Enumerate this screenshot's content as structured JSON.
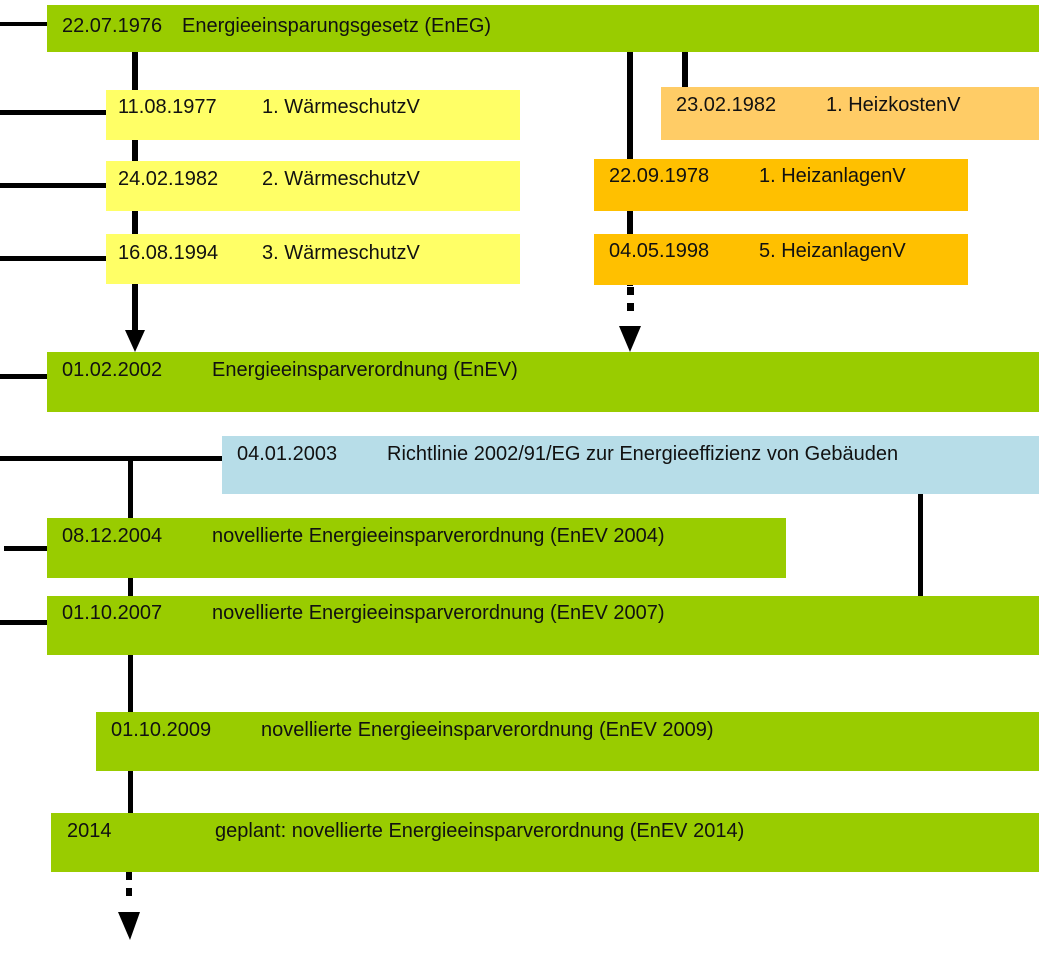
{
  "diagram": {
    "title": "Timeline of German energy saving legislation",
    "colors": {
      "law_green": "#99cc00",
      "waermeschutz_yellow": "#ffff66",
      "heizkosten_light_orange": "#ffcc66",
      "heizanlagen_orange": "#ffc000",
      "eu_directive_blue": "#b7dde8",
      "connector": "#000000"
    },
    "nodes": [
      {
        "id": "eneg",
        "date": "22.07.1976",
        "label": "Energieeinsparungsgesetz (EnEG)"
      },
      {
        "id": "wsv1",
        "date": "11.08.1977",
        "label": "1. WärmeschutzV"
      },
      {
        "id": "wsv2",
        "date": "24.02.1982",
        "label": "2. WärmeschutzV"
      },
      {
        "id": "wsv3",
        "date": "16.08.1994",
        "label": "3. WärmeschutzV"
      },
      {
        "id": "hkv1",
        "date": "23.02.1982",
        "label": "1. HeizkostenV"
      },
      {
        "id": "hav1",
        "date": "22.09.1978",
        "label": "1. HeizanlagenV"
      },
      {
        "id": "hav5",
        "date": "04.05.1998",
        "label": "5. HeizanlagenV"
      },
      {
        "id": "enev2002",
        "date": "01.02.2002",
        "label": "Energieeinsparverordnung (EnEV)"
      },
      {
        "id": "eu2002",
        "date": "04.01.2003",
        "label": "Richtlinie 2002/91/EG zur Energieeffizienz von Gebäuden"
      },
      {
        "id": "enev2004",
        "date": "08.12.2004",
        "label": "novellierte Energieeinsparverordnung (EnEV 2004)"
      },
      {
        "id": "enev2007",
        "date": "01.10.2007",
        "label": "novellierte Energieeinsparverordnung (EnEV 2007)"
      },
      {
        "id": "enev2009",
        "date": "01.10.2009",
        "label": "novellierte Energieeinsparverordnung (EnEV 2009)"
      },
      {
        "id": "enev2014",
        "date": "2014",
        "label": "geplant: novellierte Energieeinsparverordnung (EnEV 2014)"
      }
    ]
  }
}
